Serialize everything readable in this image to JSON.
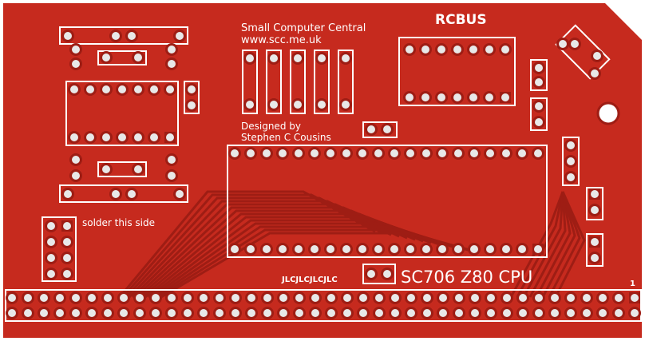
{
  "board": {
    "title": "SC706 Z80 CPU",
    "brand": "RCBUS",
    "maker": "Small Computer Central",
    "website": "www.scc.me.uk",
    "designed_by": "Designed by",
    "designer": "Stephen C Cousins",
    "solder_note": "solder this side",
    "fab_marker": "JLCJLCJLCJLC",
    "pin1_label": "1"
  },
  "colors": {
    "board": "#c62a1e",
    "trace": "#9e1d14",
    "silk": "#ffffff",
    "pad": "#e8e8e8"
  }
}
